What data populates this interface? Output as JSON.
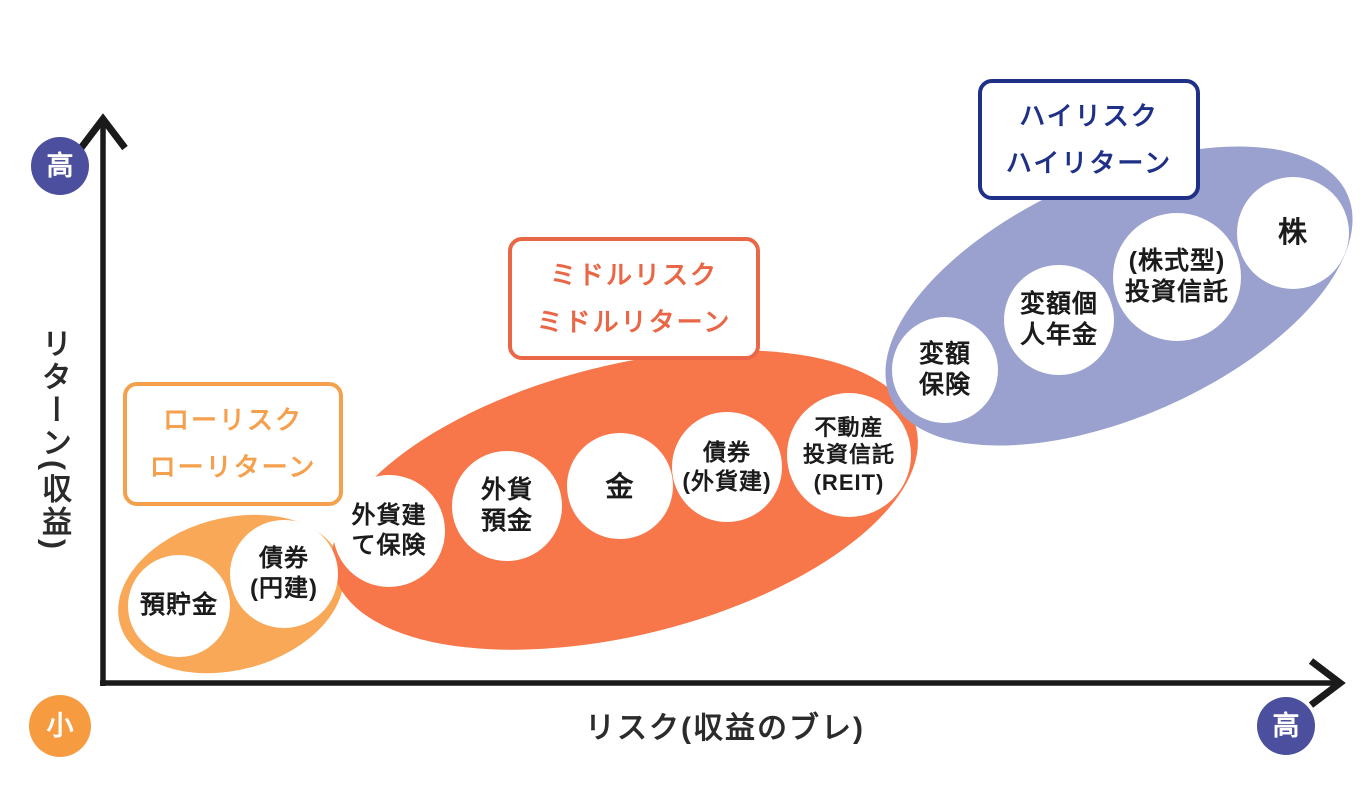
{
  "diagram_title": "risk-return-investment-map",
  "y_axis": {
    "label": "リターン(収益)",
    "top_badge": "高",
    "bottom_badge": "小"
  },
  "x_axis": {
    "label": "リスク(収益のブレ)",
    "right_badge": "高"
  },
  "colors": {
    "low_accent": "#F5A04C",
    "low_ellipse": "#F9A858",
    "mid_accent": "#E96746",
    "mid_ellipse": "#F7774B",
    "high_accent": "#1F3087",
    "high_ellipse": "#9AA1CF",
    "badge_purple": "#4B4F9E",
    "badge_orange": "#F79B40",
    "axis": "#1A1A1A"
  },
  "groups": [
    {
      "name": "low-risk-low-return",
      "label_lines": [
        "ローリスク",
        "ローリターン"
      ],
      "items": [
        {
          "lines": [
            "預貯金"
          ]
        },
        {
          "lines": [
            "債券",
            "(円建)"
          ]
        }
      ]
    },
    {
      "name": "middle-risk-middle-return",
      "label_lines": [
        "ミドルリスク",
        "ミドルリターン"
      ],
      "items": [
        {
          "lines": [
            "外貨建",
            "て保険"
          ]
        },
        {
          "lines": [
            "外貨",
            "預金"
          ]
        },
        {
          "lines": [
            "金"
          ]
        },
        {
          "lines": [
            "債券",
            "(外貨建)"
          ]
        },
        {
          "lines": [
            "不動産",
            "投資信託",
            "(REIT)"
          ]
        }
      ]
    },
    {
      "name": "high-risk-high-return",
      "label_lines": [
        "ハイリスク",
        "ハイリターン"
      ],
      "items": [
        {
          "lines": [
            "変額",
            "保険"
          ]
        },
        {
          "lines": [
            "変額個",
            "人年金"
          ]
        },
        {
          "lines": [
            "(株式型)",
            "投資信託"
          ]
        },
        {
          "lines": [
            "株"
          ]
        }
      ]
    }
  ]
}
